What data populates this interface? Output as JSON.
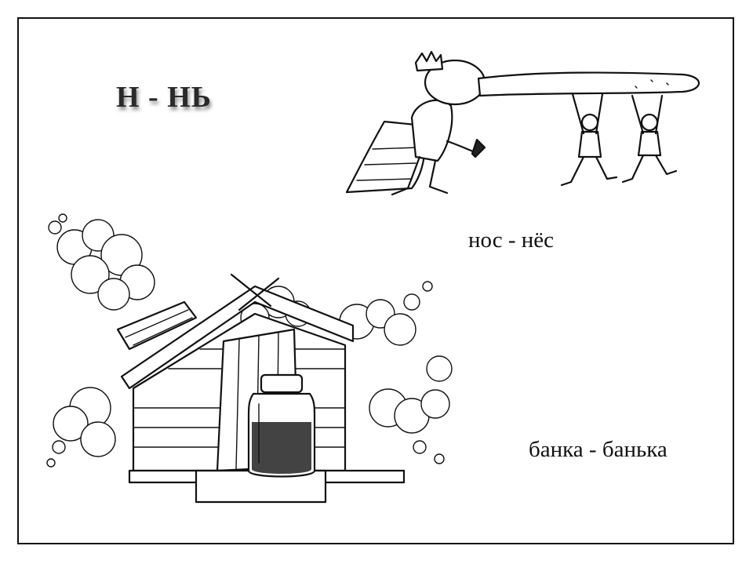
{
  "slide": {
    "title": "Н - НЬ",
    "pairs": [
      {
        "text": "нос - нёс"
      },
      {
        "text": "банка - банька"
      }
    ]
  }
}
